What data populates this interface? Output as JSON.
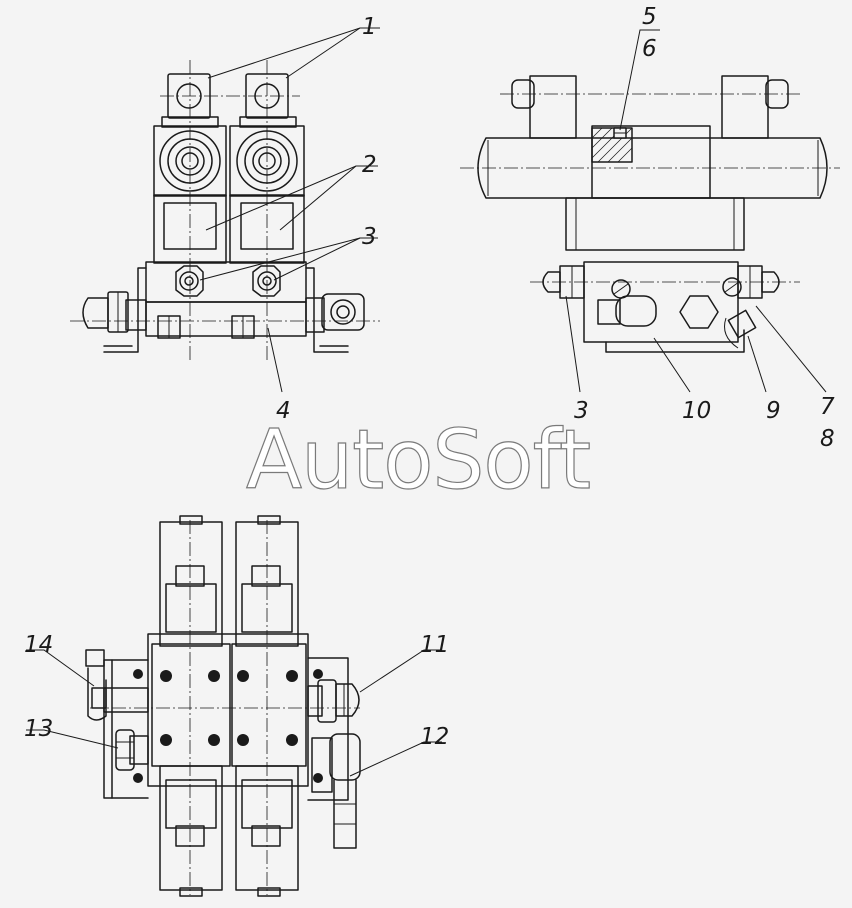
{
  "watermark": "AutoSoft",
  "callouts": {
    "c1": "1",
    "c2": "2",
    "c3a": "3",
    "c4": "4",
    "c5": "5",
    "c6": "6",
    "c3b": "3",
    "c10": "10",
    "c9": "9",
    "c7": "7",
    "c8": "8",
    "c14": "14",
    "c13": "13",
    "c11": "11",
    "c12": "12"
  }
}
